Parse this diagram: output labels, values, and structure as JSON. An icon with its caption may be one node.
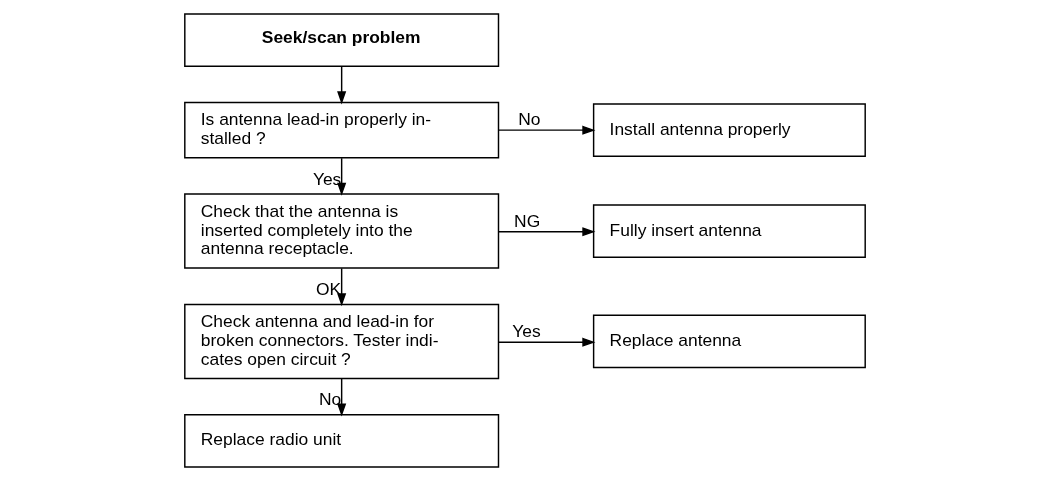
{
  "diagram": {
    "nodes": [
      {
        "text": [
          "Seek/scan problem"
        ]
      },
      {
        "text": [
          "Is antenna lead-in properly in- stalled ?"
        ]
      },
      {
        "text": [
          "Install antenna properly"
        ]
      },
      {
        "text": [
          "Check that the antenna is inserted completely into the antenna receptacle."
        ]
      },
      {
        "text": [
          "Fully insert antenna"
        ]
      },
      {
        "text": [
          "Check antenna and lead-in for broken connectors. Tester indi- cates open circuit ?"
        ]
      },
      {
        "text": [
          "Replace antenna"
        ]
      },
      {
        "text": [
          "Replace radio unit"
        ]
      }
    ],
    "edges": [
      {
        "from": 0,
        "to": 1,
        "arrow": "to"
      },
      {
        "from": 1,
        "to": 2,
        "arrow": "to",
        "label": "No"
      },
      {
        "from": 1,
        "to": 3,
        "arrow": "to",
        "label": "Yes"
      },
      {
        "from": 3,
        "to": 4,
        "arrow": "to",
        "label": "NG"
      },
      {
        "from": 3,
        "to": 5,
        "arrow": "to",
        "label": "OK"
      },
      {
        "from": 5,
        "to": 6,
        "arrow": "to",
        "label": "Yes"
      },
      {
        "from": 5,
        "to": 7,
        "arrow": "to",
        "label": "No"
      }
    ]
  }
}
